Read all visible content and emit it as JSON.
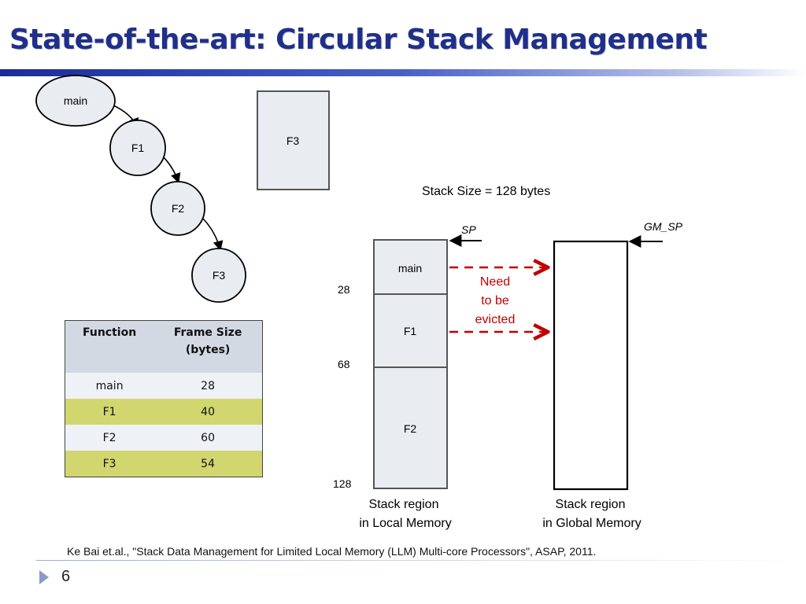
{
  "slide": {
    "title": "State-of-the-art: Circular Stack Management",
    "page_number": "6",
    "citation": "Ke Bai et.al., \"Stack Data Management for Limited Local Memory (LLM) Multi-core Processors\", ASAP, 2011."
  },
  "call_graph": {
    "nodes": [
      "main",
      "F1",
      "F2",
      "F3"
    ]
  },
  "floating_frame": {
    "label": "F3"
  },
  "table": {
    "headers": [
      "Function",
      "Frame Size\n(bytes)"
    ],
    "rows": [
      {
        "function": "main",
        "size": "28"
      },
      {
        "function": "F1",
        "size": "40"
      },
      {
        "function": "F2",
        "size": "60"
      },
      {
        "function": "F3",
        "size": "54"
      }
    ]
  },
  "stack": {
    "size_label": "Stack Size = 128 bytes",
    "sp_label": "SP",
    "gm_sp_label": "GM_SP",
    "frames": [
      "main",
      "F1",
      "F2"
    ],
    "offsets": [
      "28",
      "68",
      "128"
    ],
    "evict_label": [
      "Need",
      "to be",
      "evicted"
    ],
    "local_caption": [
      "Stack region",
      "in Local Memory"
    ],
    "global_caption": [
      "Stack region",
      "in Global Memory"
    ]
  },
  "colors": {
    "title": "#1f2f8a",
    "frame_fill": "#e9edf2",
    "evict": "#c00000",
    "row_green": "#d1d66f"
  }
}
